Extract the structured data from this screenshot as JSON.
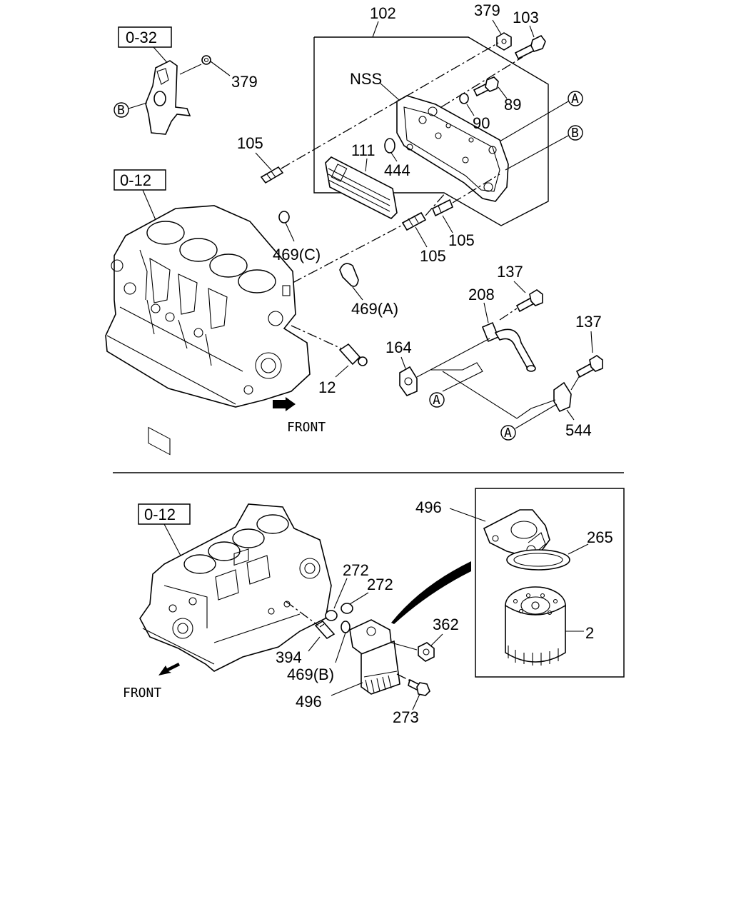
{
  "upper_section": {
    "ref_0_32": "0-32",
    "ref_0_12": "0-12",
    "labels": {
      "p102": "102",
      "p379_top": "379",
      "p103": "103",
      "p379_left": "379",
      "nss": "NSS",
      "p89": "89",
      "p90": "90",
      "p105_top": "105",
      "p111": "111",
      "p444": "444",
      "p105_right": "105",
      "p105_mid": "105",
      "p469c": "469(C)",
      "p469a": "469(A)",
      "p137_a": "137",
      "p208": "208",
      "p137_b": "137",
      "p164": "164",
      "p12": "12",
      "p544": "544"
    },
    "callouts": {
      "a1": "A",
      "b1": "B",
      "b_left": "B",
      "a_mid": "A",
      "a_bot": "A"
    },
    "front": "FRONT"
  },
  "lower_section": {
    "ref_0_12": "0-12",
    "labels": {
      "p496_top": "496",
      "p265": "265",
      "p272_a": "272",
      "p272_b": "272",
      "p362": "362",
      "p2": "2",
      "p394": "394",
      "p469b": "469(B)",
      "p496_bot": "496",
      "p273": "273"
    },
    "front": "FRONT"
  }
}
